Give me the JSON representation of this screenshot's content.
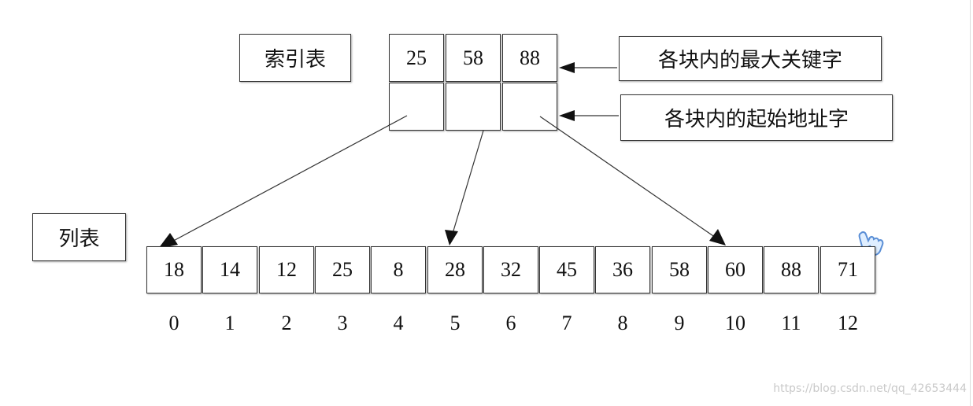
{
  "index_table": {
    "label": "索引表",
    "max_keys": [
      "25",
      "58",
      "88"
    ],
    "max_key_caption": "各块内的最大关键字",
    "start_addr_caption": "各块内的起始地址字"
  },
  "list": {
    "label": "列表",
    "values": [
      "18",
      "14",
      "12",
      "25",
      "8",
      "28",
      "32",
      "45",
      "36",
      "58",
      "60",
      "88",
      "71"
    ],
    "indices": [
      "0",
      "1",
      "2",
      "3",
      "4",
      "5",
      "6",
      "7",
      "8",
      "9",
      "10",
      "11",
      "12"
    ]
  },
  "block_pointers": [
    0,
    5,
    10
  ],
  "colors": {
    "stroke": "#333333",
    "text": "#111111",
    "cursor": "#5b8fd6"
  },
  "cursor_icon": "hand-pointer-icon",
  "watermark": "https://blog.csdn.net/qq_42653444"
}
